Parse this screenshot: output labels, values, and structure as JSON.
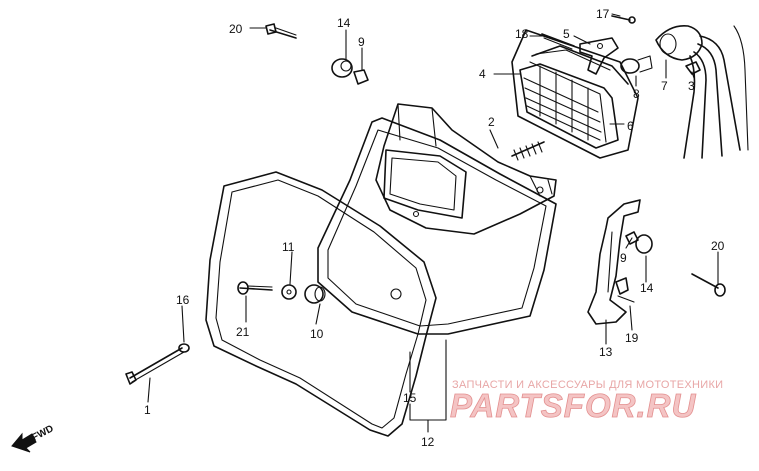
{
  "labels": {
    "l1": "1",
    "l2": "2",
    "l3": "3",
    "l4": "4",
    "l5": "5",
    "l6": "6",
    "l7": "7",
    "l8": "8",
    "l9a": "9",
    "l9b": "9",
    "l10": "10",
    "l11": "11",
    "l12": "12",
    "l13": "13",
    "l14a": "14",
    "l14b": "14",
    "l15": "15",
    "l16": "16",
    "l17": "17",
    "l18": "18",
    "l19": "19",
    "l20a": "20",
    "l20b": "20",
    "l21": "21"
  },
  "direction_marker": "FWD",
  "watermark": {
    "text": "ЗАПЧАСТИ И АКСЕССУАРЫ ДЛЯ МОТОТЕХНИКИ",
    "logo": "PARTSFOR.RU"
  },
  "colors": {
    "line": "#111111",
    "watermark": "#e39090"
  }
}
